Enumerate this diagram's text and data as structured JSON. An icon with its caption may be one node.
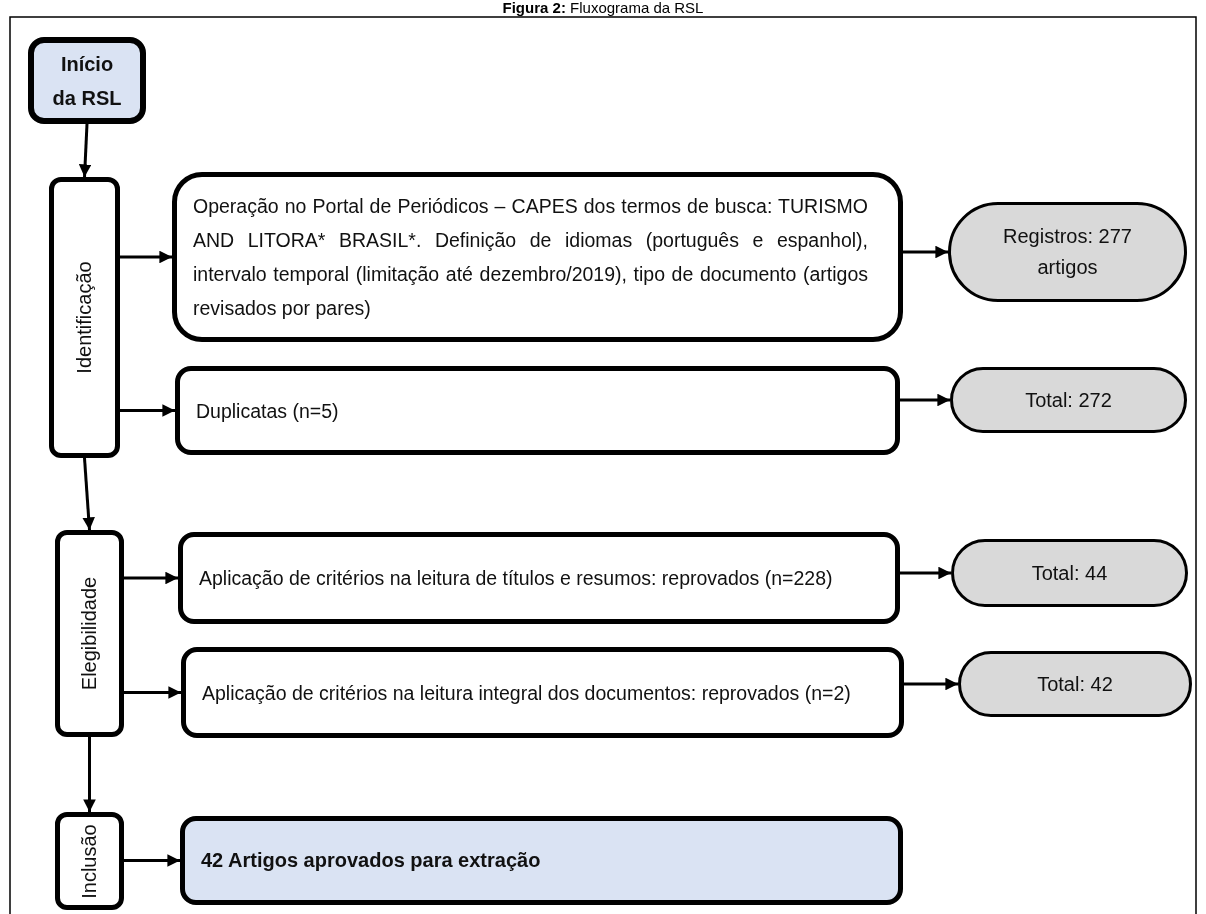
{
  "diagram": {
    "title": "**Figura 2:** Fluxograma da RSL",
    "nodes": [
      {
        "text": [
          "Início da RSL"
        ]
      },
      {
        "text": [
          "Identificação"
        ]
      },
      {
        "text": [
          "Operação no Portal de Periódicos – CAPES dos termos de busca: TURISMO AND LITORA* BRASIL*. Definição de idiomas (português e espanhol), intervalo temporal (limitação até dezembro/2019), tipo de documento (artigos revisados por pares)"
        ]
      },
      {
        "text": [
          "Registros: 277 artigos"
        ]
      },
      {
        "text": [
          "Duplicatas (n=5)"
        ]
      },
      {
        "text": [
          "Total: 272"
        ]
      },
      {
        "text": [
          "Elegibilidade"
        ]
      },
      {
        "text": [
          "Aplicação de critérios na leitura de títulos e resumos: reprovados (n=228)"
        ]
      },
      {
        "text": [
          "Total: 44"
        ]
      },
      {
        "text": [
          "Aplicação de critérios na leitura integral dos documentos: reprovados (n=2)"
        ]
      },
      {
        "text": [
          "Total: 42"
        ]
      },
      {
        "text": [
          "Inclusão"
        ]
      },
      {
        "text": [
          "42 Artigos aprovados para extração"
        ]
      }
    ],
    "edges": [
      {
        "from": 0,
        "to": 1,
        "arrow": "to"
      },
      {
        "from": 1,
        "to": 2,
        "arrow": "to"
      },
      {
        "from": 2,
        "to": 3,
        "arrow": "to"
      },
      {
        "from": 1,
        "to": 4,
        "arrow": "to"
      },
      {
        "from": 4,
        "to": 5,
        "arrow": "to"
      },
      {
        "from": 1,
        "to": 6,
        "arrow": "to"
      },
      {
        "from": 6,
        "to": 7,
        "arrow": "to"
      },
      {
        "from": 7,
        "to": 8,
        "arrow": "to"
      },
      {
        "from": 6,
        "to": 9,
        "arrow": "to"
      },
      {
        "from": 9,
        "to": 10,
        "arrow": "to"
      },
      {
        "from": 6,
        "to": 11,
        "arrow": "to"
      },
      {
        "from": 11,
        "to": 12,
        "arrow": "to"
      }
    ]
  }
}
